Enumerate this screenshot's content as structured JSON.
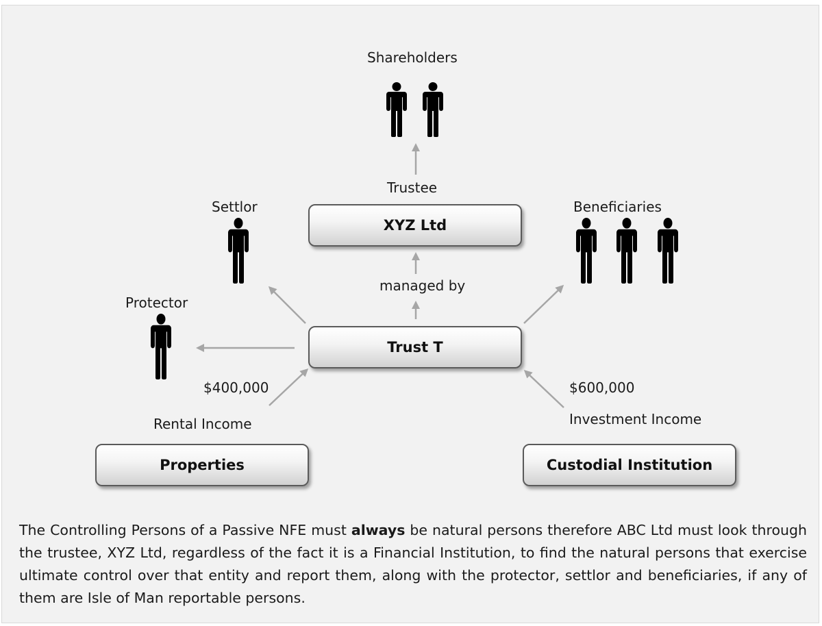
{
  "diagram": {
    "shareholders_label": "Shareholders",
    "trustee_label": "Trustee",
    "xyz_box": "XYZ Ltd",
    "settlor_label": "Settlor",
    "beneficiaries_label": "Beneficiaries",
    "managed_by_label": "managed by",
    "protector_label": "Protector",
    "trust_box": "Trust T",
    "amount_left": "$400,000",
    "amount_right": "$600,000",
    "rental_income_label": "Rental Income",
    "investment_income_label": "Investment Income",
    "properties_box": "Properties",
    "custodial_box": "Custodial Institution",
    "icons": [
      "person-icon",
      "arrow-icon"
    ]
  },
  "text": {
    "before_bold": "The Controlling Persons of a Passive NFE must ",
    "bold": "always",
    "after_bold": " be natural persons therefore ABC Ltd must look through the trustee, XYZ Ltd, regardless of the fact it is a Financial Institution, to find the natural persons that exercise ultimate control over that entity and report them, along with the protector, settlor and beneficiaries, if any of them are Isle of Man reportable persons."
  }
}
